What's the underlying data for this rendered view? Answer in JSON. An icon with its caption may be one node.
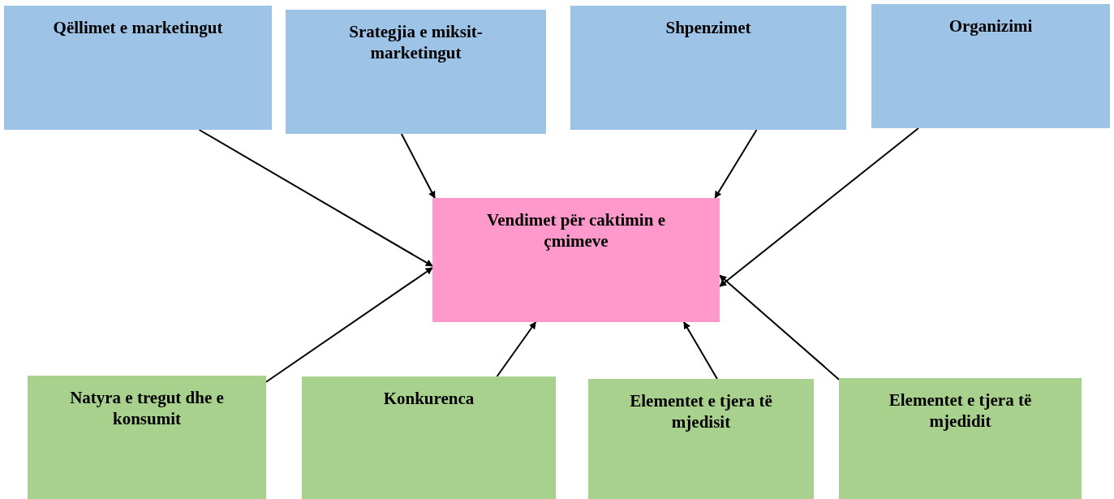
{
  "diagram": {
    "nodes": [
      {
        "text": [
          "Qëllimet e marketingut"
        ]
      },
      {
        "text": [
          "Srategjia e miksit-marketingut"
        ]
      },
      {
        "text": [
          "Shpenzimet"
        ]
      },
      {
        "text": [
          "Organizimi"
        ]
      },
      {
        "text": [
          "Vendimet për caktimin e çmimeve"
        ]
      },
      {
        "text": [
          "Natyra e tregut dhe e konsumit"
        ]
      },
      {
        "text": [
          "Konkurenca"
        ]
      },
      {
        "text": [
          "Elementet e tjera të mjedisit"
        ]
      },
      {
        "text": [
          "Elementet e tjera të mjedidit"
        ]
      }
    ],
    "edges": [
      {
        "from": 0,
        "to": 4,
        "arrow": "to"
      },
      {
        "from": 1,
        "to": 4,
        "arrow": "to"
      },
      {
        "from": 2,
        "to": 4,
        "arrow": "to"
      },
      {
        "from": 3,
        "to": 4,
        "arrow": "to"
      },
      {
        "from": 5,
        "to": 4,
        "arrow": "to"
      },
      {
        "from": 6,
        "to": 4,
        "arrow": "to"
      },
      {
        "from": 7,
        "to": 4,
        "arrow": "to"
      },
      {
        "from": 8,
        "to": 4,
        "arrow": "to"
      }
    ]
  }
}
